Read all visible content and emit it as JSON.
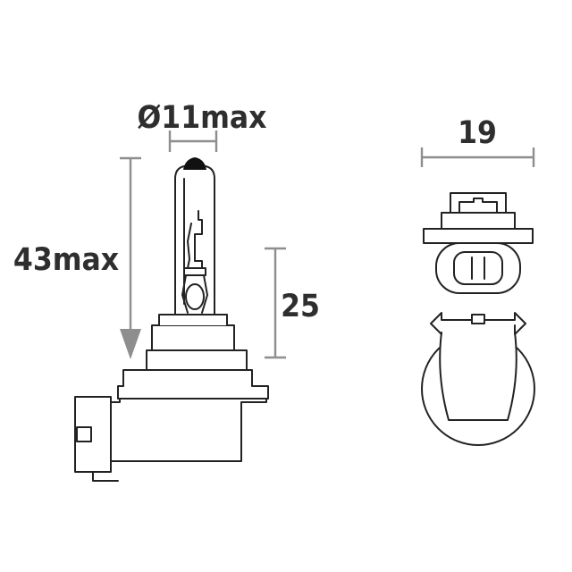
{
  "dimensions": {
    "diameter_label": "Ø11max",
    "height_label": "43max",
    "base_height_label": "25",
    "width_label": "19"
  },
  "colors": {
    "outline": "#222222",
    "dimension": "#8e8e8e",
    "text": "#2e2e2e"
  }
}
